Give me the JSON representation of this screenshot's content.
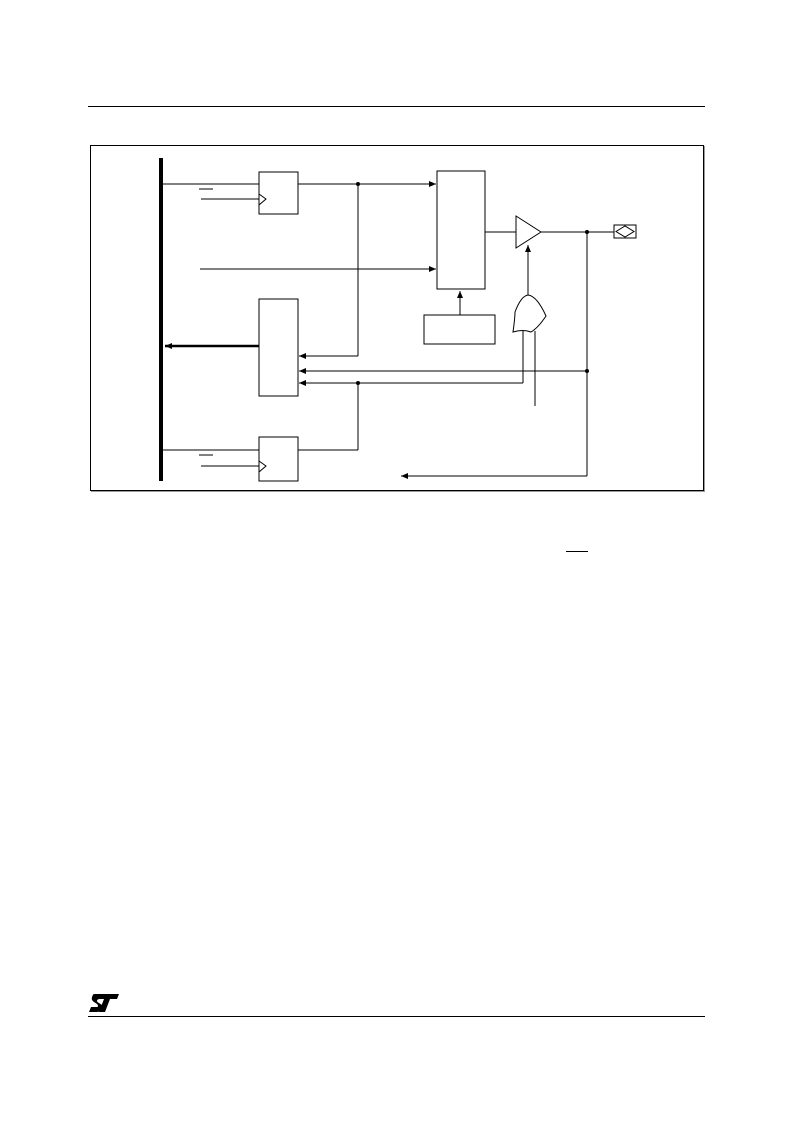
{
  "page": {
    "header_rule": true,
    "footer_rule": true
  },
  "figure": {
    "blocks": [
      {
        "id": "latch-top",
        "label": ""
      },
      {
        "id": "mux-right",
        "label": ""
      },
      {
        "id": "input-buffer",
        "label": ""
      },
      {
        "id": "alternate-function-box",
        "label": ""
      },
      {
        "id": "latch-bottom",
        "label": ""
      }
    ],
    "gates": [
      {
        "id": "output-buffer",
        "type": "tristate-buffer"
      },
      {
        "id": "or-gate",
        "type": "or"
      }
    ],
    "pad": {
      "id": "io-pad",
      "symbol": "diamond"
    }
  },
  "footer": {
    "logo": "st-logo"
  },
  "colors": {
    "ink": "#000000",
    "frame_shadow": "#9a9a9a",
    "background": "#ffffff"
  }
}
